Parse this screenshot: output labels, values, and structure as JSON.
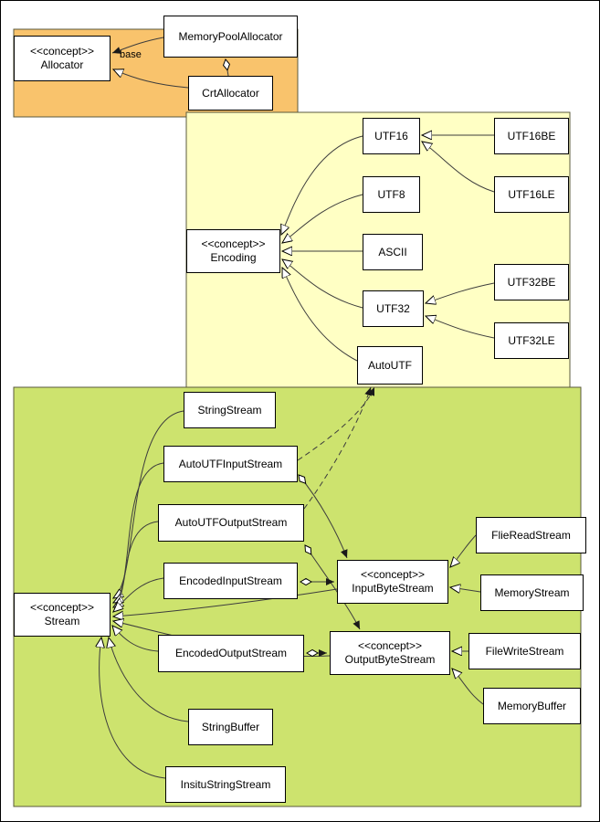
{
  "diagram": {
    "colors": {
      "allocator_region": "#f9c36c",
      "encoding_region": "#ffffc4",
      "stream_region": "#cde36e",
      "node_background": "#ffffff",
      "edge": "#3d3d3d"
    },
    "edge_labels": {
      "base": "base"
    },
    "nodes": {
      "memory_pool_allocator": {
        "label": "MemoryPoolAllocator"
      },
      "allocator": {
        "stereotype": "<<concept>>",
        "label": "Allocator"
      },
      "crt_allocator": {
        "label": "CrtAllocator"
      },
      "utf16": {
        "label": "UTF16"
      },
      "utf16be": {
        "label": "UTF16BE"
      },
      "utf16le": {
        "label": "UTF16LE"
      },
      "utf8": {
        "label": "UTF8"
      },
      "encoding": {
        "stereotype": "<<concept>>",
        "label": "Encoding"
      },
      "ascii": {
        "label": "ASCII"
      },
      "utf32be": {
        "label": "UTF32BE"
      },
      "utf32": {
        "label": "UTF32"
      },
      "utf32le": {
        "label": "UTF32LE"
      },
      "auto_utf": {
        "label": "AutoUTF"
      },
      "string_stream": {
        "label": "StringStream"
      },
      "auto_utf_input_stream": {
        "label": "AutoUTFInputStream"
      },
      "auto_utf_output_stream": {
        "label": "AutoUTFOutputStream"
      },
      "encoded_input_stream": {
        "label": "EncodedInputStream"
      },
      "stream": {
        "stereotype": "<<concept>>",
        "label": "Stream"
      },
      "encoded_output_stream": {
        "label": "EncodedOutputStream"
      },
      "input_byte_stream": {
        "stereotype": "<<concept>>",
        "label": "InputByteStream"
      },
      "output_byte_stream": {
        "stereotype": "<<concept>>",
        "label": "OutputByteStream"
      },
      "flie_read_stream": {
        "label": "FlieReadStream"
      },
      "memory_stream": {
        "label": "MemoryStream"
      },
      "file_write_stream": {
        "label": "FileWriteStream"
      },
      "memory_buffer": {
        "label": "MemoryBuffer"
      },
      "string_buffer": {
        "label": "StringBuffer"
      },
      "insitu_string_stream": {
        "label": "InsituStringStream"
      }
    }
  }
}
